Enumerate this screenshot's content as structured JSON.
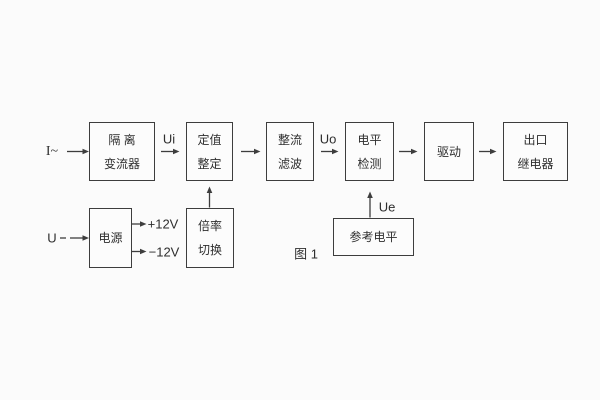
{
  "figure": {
    "caption": "图 1",
    "colors": {
      "line": "#3d3d3d",
      "text": "#2e2e2e",
      "background": "#fbfbfb"
    },
    "inputs": {
      "current": "I~",
      "voltage": "U"
    },
    "signals": {
      "ui": "Ui",
      "uo": "Uo",
      "ue": "Ue",
      "plus12": "+12V",
      "minus12": "−12V"
    },
    "blocks": {
      "isolation": {
        "line1": "隔 离",
        "line2": "变流器"
      },
      "setting": {
        "line1": "定值",
        "line2": "整定"
      },
      "rectify": {
        "line1": "整流",
        "line2": "滤波"
      },
      "level": {
        "line1": "电平",
        "line2": "检测"
      },
      "drive": {
        "line1": "驱动"
      },
      "relay": {
        "line1": "出口",
        "line2": "继电器"
      },
      "power": {
        "line1": "电源"
      },
      "multiplier": {
        "line1": "倍率",
        "line2": "切换"
      },
      "reference": {
        "line1": "参考电平"
      }
    }
  }
}
